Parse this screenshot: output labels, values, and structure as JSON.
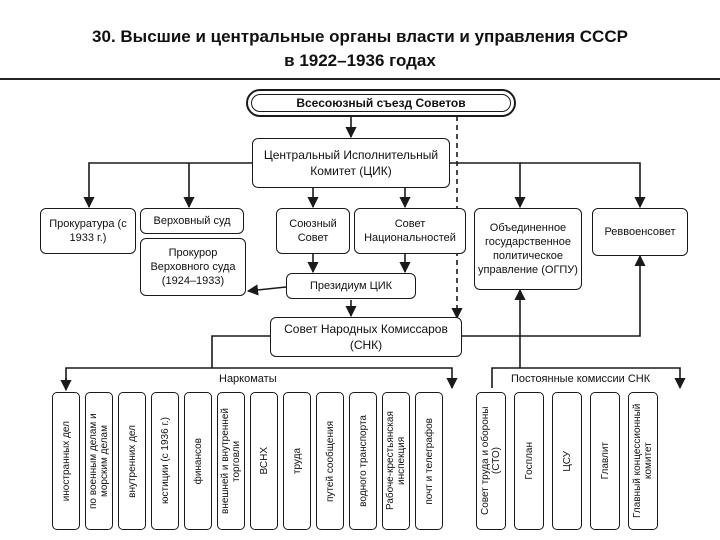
{
  "title": {
    "line1": "30. Высшие и центральные органы власти и управления СССР",
    "line2": "в 1922–1936 годах"
  },
  "nodes": {
    "congress": "Всесоюзный съезд Советов",
    "cik": "Центральный Исполнительный Комитет (ЦИК)",
    "procuracy": "Прокуратура (с 1933 г.)",
    "supreme_court": "Верховный суд",
    "prosecutor_supreme_court": "Прокурор Верховного суда (1924–1933)",
    "union_soviet": "Союзный Совет",
    "soviet_nationalities": "Совет Национальностей",
    "ogpu": "Объединенное государственное политическое управление (ОГПУ)",
    "revvoensovet": "Реввоенсовет",
    "presidium": "Президиум ЦИК",
    "snk": "Совет Народных Комиссаров (СНК)"
  },
  "groups": {
    "narkomaty": "Наркоматы",
    "commissions": "Постоянные комиссии СНК"
  },
  "narkomaty": [
    "иностранных дел",
    "по военным делам и морским делам",
    "внутренних дел",
    "юстиции (с 1936 г.)",
    "финансов",
    "внешней и внутренней торговли",
    "ВСНХ",
    "труда",
    "путей сообщения",
    "водного транспорта",
    "Рабоче-крестьянская инспекция",
    "почт и телеграфов"
  ],
  "commissions": [
    "Совет труда и обороны (СТО)",
    "Госплан",
    "ЦСУ",
    "Главлит",
    "Главный концессионный комитет"
  ]
}
